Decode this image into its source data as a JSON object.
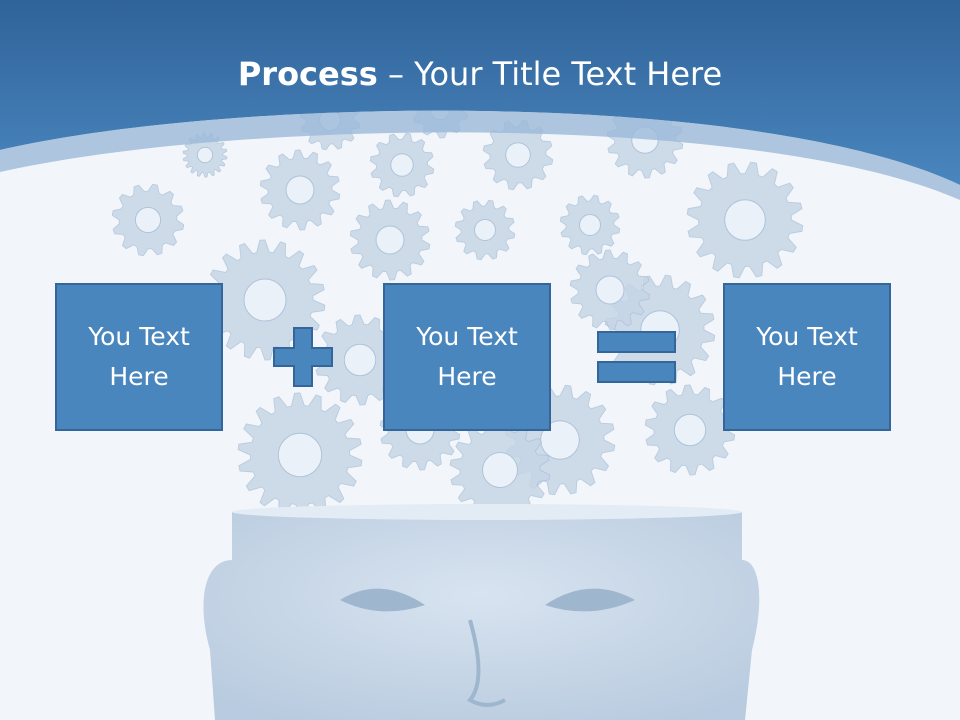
{
  "slide": {
    "title_bold": "Process",
    "title_rest": " – Your Title Text Here",
    "boxes": [
      {
        "text": "You Text Here"
      },
      {
        "text": "You Text Here"
      },
      {
        "text": "You Text Here"
      }
    ],
    "operators": [
      "plus-icon",
      "equals-icon"
    ]
  },
  "colors": {
    "header_dark": "#2f6399",
    "header_light": "#4a86be",
    "box_fill": "#4a86be",
    "box_border": "#34669a",
    "background": "#f2f6fa",
    "gear": "#c5d5e6"
  }
}
